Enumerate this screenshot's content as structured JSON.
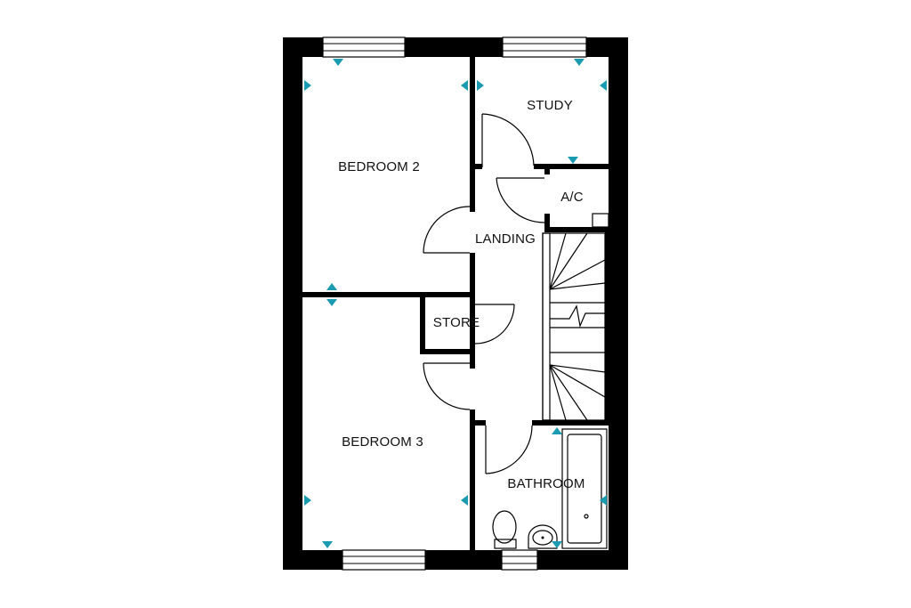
{
  "rooms": {
    "bedroom2": "BEDROOM 2",
    "study": "STUDY",
    "ac": "A/C",
    "landing": "LANDING",
    "store": "STORE",
    "bedroom3": "BEDROOM 3",
    "bathroom": "BATHROOM"
  },
  "colors": {
    "wall": "#000000",
    "marker": "#1a9bb0"
  }
}
